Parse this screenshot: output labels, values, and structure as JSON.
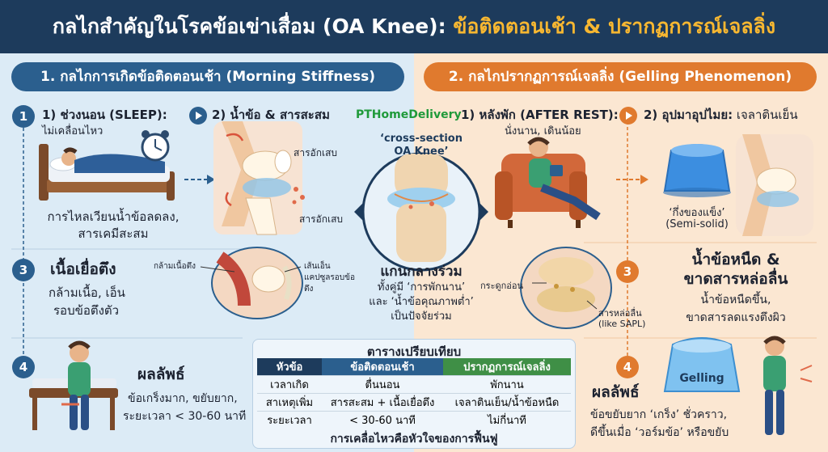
{
  "header": {
    "title_main": "กลไกสำคัญในโรคข้อเข่าเสื่อม (OA Knee): ",
    "title_accent": "ข้อติดตอนเช้า & ปรากฏการณ์เจลลิ่ง"
  },
  "left": {
    "heading": "1. กลไกการเกิดข้อติดตอนเช้า (Morning Stiffness)",
    "step1": {
      "num": "1",
      "title": "1) ช่วงนอน (SLEEP):",
      "subtitle": "ไม่เคลื่อนไหว",
      "caption1": "การไหลเวียนน้ำข้อลดลง,",
      "caption2": "สารเคมีสะสม"
    },
    "step2": {
      "title": "2) น้ำข้อ & สารสะสม",
      "label1": "สารอักเสบ",
      "label2": "สารอักเสบ"
    },
    "step3": {
      "num": "3",
      "title": "เนื้อเยื่อตึง",
      "line1": "กล้ามเนื้อ, เอ็น",
      "line2": "รอบข้อตึงตัว",
      "label_muscle": "กล้ามเนื้อตึง",
      "label_tendon1": "เส้นเอ็น",
      "label_tendon2": "แคปซูลรอบข้อ",
      "label_tendon3": "ตึง"
    },
    "step4": {
      "num": "4",
      "title": "ผลลัพธ์",
      "line1": "ข้อเกร็งมาก, ขยับยาก,",
      "line2": "ระยะเวลา < 30-60 นาที"
    }
  },
  "center": {
    "brand": "PTHomeDelivery",
    "cross_line1": "‘cross-section",
    "cross_line2": "OA Knee’",
    "common_title": "แกนกลางร่วม",
    "common_line1": "ทั้งคู่มี ‘การพักนาน’",
    "common_line2": "และ ‘น้ำข้อคุณภาพต่ำ’",
    "common_line3": "เป็นปัจจัยร่วม"
  },
  "right": {
    "heading": "2. กลไกปรากฏการณ์เจลลิ่ง (Gelling Phenomenon)",
    "step1": {
      "title": "1) หลังพัก (AFTER REST):",
      "subtitle": "นั่งนาน, เดินน้อย"
    },
    "step2": {
      "title": "2) อุปมาอุปไมย:",
      "title_rest": " เจลาตินเย็น",
      "label1": "‘กึ่งของแข็ง’",
      "label2": "(Semi-solid)"
    },
    "step3": {
      "num": "3",
      "title1": "น้ำข้อหนืด &",
      "title2": "ขาดสารหล่อลื่น",
      "line1": "น้ำข้อหนืดขึ้น,",
      "line2": "ขาดสารลดแรงตึงผิว",
      "label_cartilage": "กระดูกอ่อน",
      "label_lub1": "สารหล่อลื่น",
      "label_lub2": "(like SAPL)"
    },
    "step4": {
      "num": "4",
      "title": "ผลลัพธ์",
      "gel_label": "Gelling",
      "line1": "ข้อขยับยาก ‘เกร็ง’ ชั่วคราว,",
      "line2": "ดีขึ้นเมื่อ ‘วอร์มข้อ’ หรือขยับ"
    }
  },
  "table": {
    "title": "ตารางเปรียบเทียบ",
    "headers": [
      "หัวข้อ",
      "ข้อติดตอนเช้า",
      "ปรากฏการณ์เจลลิ่ง"
    ],
    "rows": [
      [
        "เวลาเกิด",
        "ตื่นนอน",
        "พักนาน"
      ],
      [
        "สาเหตุเพิ่ม",
        "สารสะสม + เนื้อเยื่อตึง",
        "เจลาตินเย็น/น้ำข้อหนืด"
      ],
      [
        "ระยะเวลา",
        "< 30-60 นาที",
        "ไม่กี่นาที"
      ]
    ],
    "footer": "การเคลื่อไหวคือหัวใจของการฟื้นฟู"
  },
  "colors": {
    "navy": "#1d3b5c",
    "blue": "#2b5f8e",
    "orange": "#e07a2e",
    "green": "#3f8f46",
    "gold": "#f7b731",
    "brand_green": "#1f9a3a"
  }
}
